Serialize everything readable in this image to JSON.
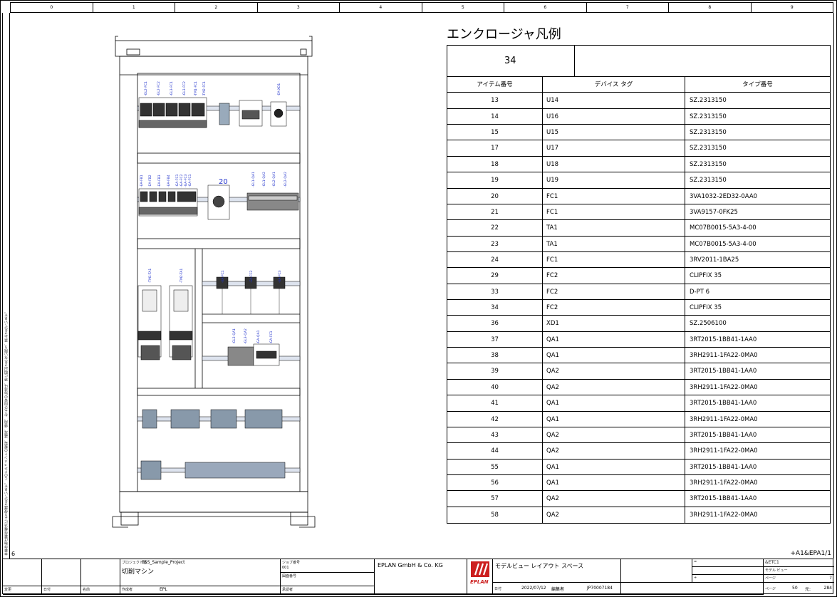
{
  "ruler_columns": [
    "0",
    "1",
    "2",
    "3",
    "4",
    "5",
    "6",
    "7",
    "8",
    "9"
  ],
  "left_strip_text": "本著作物は著作権法により保護されています。このドキュメントの複製、譲渡、使用、および内容の伝達は、特に明記されない限り、禁止されています。",
  "row_label": "6",
  "page_ref": "+A1&EPA1/1",
  "legend": {
    "title": "エンクロージャ凡例",
    "enclosure_number": "34",
    "headers": [
      "アイテム番号",
      "デバイス タグ",
      "タイプ番号"
    ],
    "rows": [
      [
        "13",
        "U14",
        "SZ.2313150"
      ],
      [
        "14",
        "U16",
        "SZ.2313150"
      ],
      [
        "15",
        "U15",
        "SZ.2313150"
      ],
      [
        "17",
        "U17",
        "SZ.2313150"
      ],
      [
        "18",
        "U18",
        "SZ.2313150"
      ],
      [
        "19",
        "U19",
        "SZ.2313150"
      ],
      [
        "20",
        "FC1",
        "3VA1032-2ED32-0AA0"
      ],
      [
        "21",
        "FC1",
        "3VA9157-0FK25"
      ],
      [
        "22",
        "TA1",
        "MC07B0015-5A3-4-00"
      ],
      [
        "23",
        "TA1",
        "MC07B0015-5A3-4-00"
      ],
      [
        "24",
        "FC1",
        "3RV2011-1BA25"
      ],
      [
        "29",
        "FC2",
        "CLIPFIX 35"
      ],
      [
        "33",
        "FC2",
        "D-PT 6"
      ],
      [
        "34",
        "FC2",
        "CLIPFIX 35"
      ],
      [
        "36",
        "XD1",
        "SZ.2506100"
      ],
      [
        "37",
        "QA1",
        "3RT2015-1BB41-1AA0"
      ],
      [
        "38",
        "QA1",
        "3RH2911-1FA22-0MA0"
      ],
      [
        "39",
        "QA2",
        "3RT2015-1BB41-1AA0"
      ],
      [
        "40",
        "QA2",
        "3RH2911-1FA22-0MA0"
      ],
      [
        "41",
        "QA1",
        "3RT2015-1BB41-1AA0"
      ],
      [
        "42",
        "QA1",
        "3RH2911-1FA22-0MA0"
      ],
      [
        "43",
        "QA2",
        "3RT2015-1BB41-1AA0"
      ],
      [
        "44",
        "QA2",
        "3RH2911-1FA22-0MA0"
      ],
      [
        "55",
        "QA1",
        "3RT2015-1BB41-1AA0"
      ],
      [
        "56",
        "QA1",
        "3RH2911-1FA22-0MA0"
      ],
      [
        "57",
        "QA2",
        "3RT2015-1BB41-1AA0"
      ],
      [
        "58",
        "QA2",
        "3RH2911-1FA22-0MA0"
      ]
    ]
  },
  "title_block": {
    "change_label": "変更",
    "date_label": "日付",
    "name_label": "名前",
    "author_label": "作成者",
    "author_value": "EPL",
    "project_label": "プロジェクト名",
    "project_value": "ESS_Sample_Project",
    "machine_value": "切削マシン",
    "job_label": "ジョブ番号",
    "job_value": "001",
    "drawing_label": "図面番号",
    "approver_label": "承認者",
    "company": "EPLAN GmbH & Co. KG",
    "logo_text": "EPLAN",
    "sheet_title": "モデルビュー レイアウト スペース",
    "date2_label": "日付",
    "date2_value": "2022/07/12",
    "editor_label": "編集者",
    "editor_value": "JP70007184",
    "code": "&ETC1",
    "code_sub": "モデル ビュー",
    "eq": "=",
    "plus": "+",
    "page_label": "ページ",
    "page_value": "7",
    "page2_label": "ページ",
    "page2_value": "50",
    "total_label": "元:",
    "total_value": "284"
  },
  "cabinet_labels": {
    "row1": [
      "-GL2-FC1",
      "-GL2-FC2",
      "-GL3-FC1",
      "-GL3-FC2",
      "-TM1-FC1",
      "-TM2-FC1",
      "-EA-XD1"
    ],
    "row2": [
      "-EA-FB1",
      "-EA-FB2",
      "-EA-FB3",
      "-EA-FB4",
      "-GA-FC1",
      "-GA-FC2",
      "-GA-FC3",
      "-GA-FC1",
      "-GL1-QA1",
      "-GL1-QA2",
      "-GL2-QA1",
      "-GL2-QA2"
    ],
    "row3": [
      "-TM1-TA1",
      "-TM2-TA1",
      "-EA-FC1",
      "-EA-FC2",
      "-EA-FC3"
    ],
    "row4": [
      "-GL3-QA1",
      "-GL3-QA2",
      "-GA-QA1",
      "-GA-FC1"
    ],
    "big_label": "20"
  },
  "colors": {
    "accent_blue": "#2233cc",
    "logo_red": "#cc1f1f"
  }
}
